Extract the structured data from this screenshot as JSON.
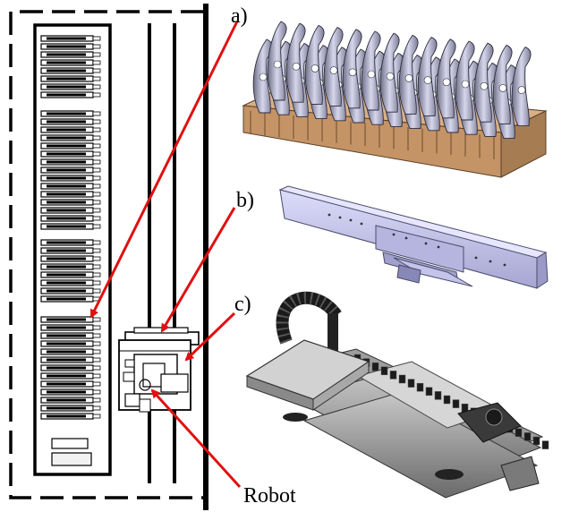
{
  "labels": {
    "a": "a)",
    "b": "b)",
    "c": "c)",
    "robot": "Robot"
  },
  "colors": {
    "pointer_arrow": "#e01010",
    "wood": "#c79a6a",
    "plate_metal": "#b8b8cf",
    "beam_metal": "#c9c9ee",
    "rail_metal": "#8c8c8c",
    "line": "#000000"
  },
  "icons": [
    "plate-rack-icon",
    "gripper-beam-icon",
    "robot-carriage-icon"
  ]
}
